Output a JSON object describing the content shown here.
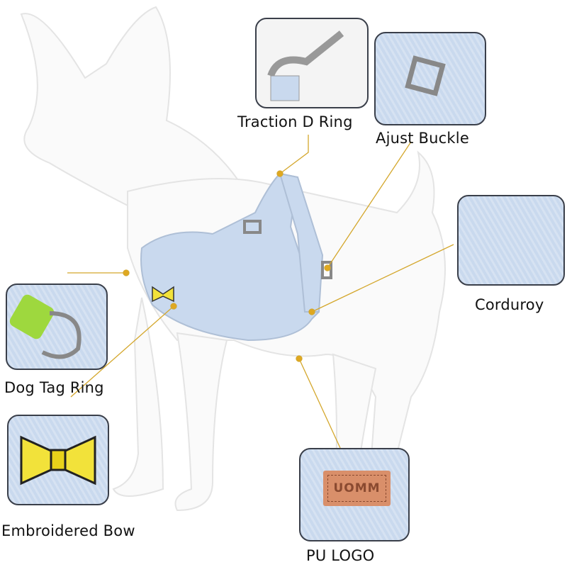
{
  "labels": {
    "traction": "Traction D Ring",
    "buckle": "Ajust Buckle",
    "corduroy": "Corduroy",
    "tag_ring": "Dog Tag Ring",
    "bow": "Embroidered Bow",
    "logo": "PU LOGO"
  },
  "logo_badge_text": "UOMM",
  "colors": {
    "harness": "#c9d9ee",
    "leader": "#d4a72c",
    "accent_bow": "#f2e23a"
  }
}
